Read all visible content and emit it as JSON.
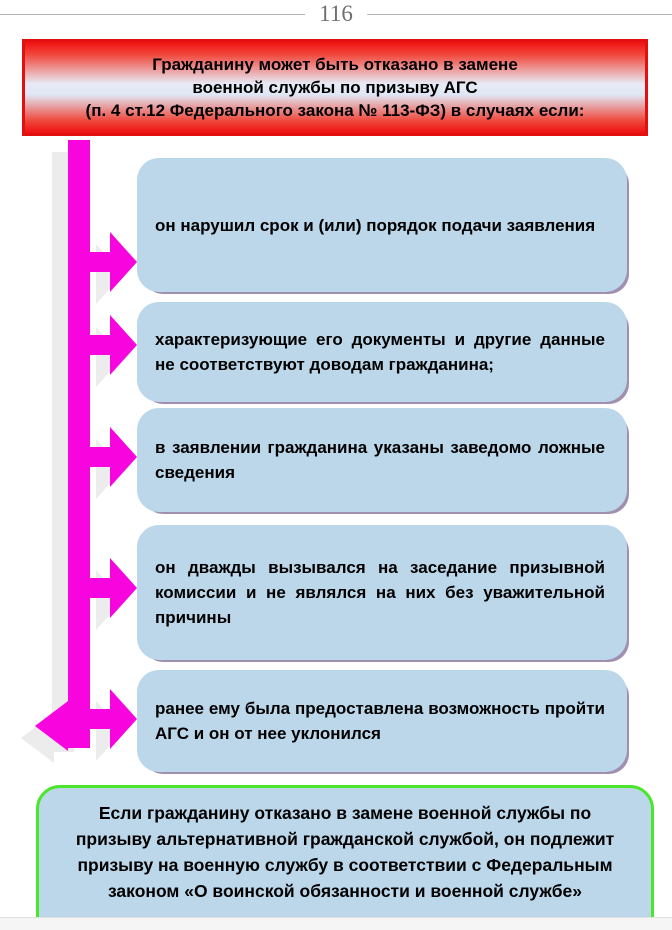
{
  "page": {
    "number": "116"
  },
  "title_banner": {
    "lines": [
      "Гражданину может быть отказано в замене",
      "военной службы по призыву АГС",
      "(п. 4 ст.12 Федерального закона № 113-ФЗ) в случаях если:"
    ]
  },
  "reasons": [
    {
      "text": "он нарушил срок и (или) порядок подачи заявления"
    },
    {
      "text": "характеризующие его документы и другие данные не соответствуют доводам гражданина;"
    },
    {
      "text": "в заявлении гражданина указаны заведомо ложные сведения"
    },
    {
      "text": "он дважды вызывался на заседание призывной комиссии и не являлся на них без уважительной причины"
    },
    {
      "text": "ранее ему была предоставлена возможность пройти АГС и он от нее уклонился"
    }
  ],
  "footer_note": {
    "text": "Если гражданину отказано в замене военной службы по призыву альтернативной гражданской службой, он подлежит призыву на военную службу в соответствии с Федеральным законом «О воинской обязанности и военной службе»"
  },
  "colors": {
    "arrow_magenta": "#F704DF",
    "box_blue": "#BCD7EA",
    "banner_red": "#EE1111",
    "banner_middle": "#E3EAF6",
    "footer_border_green": "#4BE52A",
    "shadow_gray": "#ECECEC",
    "box_shadow_purple": "#A08FAE",
    "page_number_gray": "#6F6F6F"
  }
}
